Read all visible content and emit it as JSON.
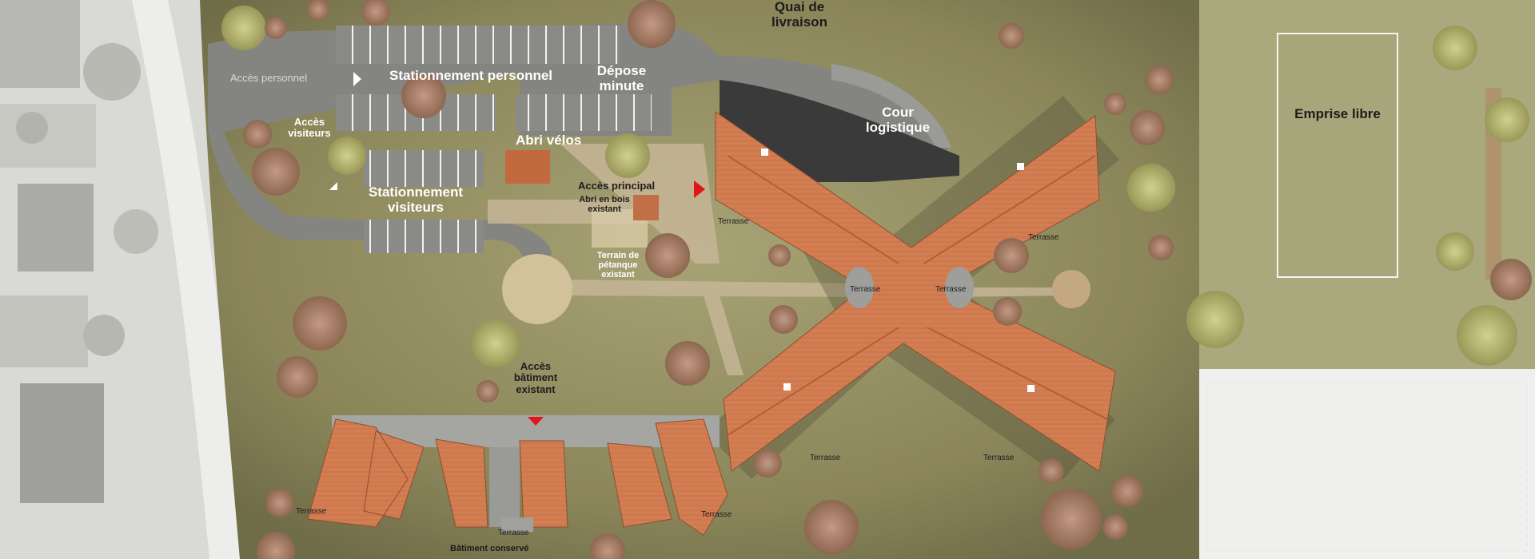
{
  "labels": {
    "quai": "Quai de livraison",
    "acces_personnel": "Accès personnel",
    "stationnement_personnel": "Stationnement personnel",
    "depose_minute": "Dépose minute",
    "cour_logistique": "Cour logistique",
    "acces_visiteurs": "Accès visiteurs",
    "abri_velos": "Abri vélos",
    "acces_principal": "Accès principal",
    "abri_bois": "Abri en bois existant",
    "stationnement_visiteurs": "Stationnement visiteurs",
    "terrain_petanque": "Terrain de pétanque existant",
    "acces_batiment": "Accès bâtiment existant",
    "batiment_conserve": "Bâtiment conservé",
    "emprise_libre": "Emprise libre",
    "terrasse": "Terrasse"
  },
  "colors": {
    "grass": "#8f8a5e",
    "parking": "#7a7a77",
    "roof": "#d37e52",
    "courtyard": "#3a3a3a",
    "arrow": "#e0161b",
    "path": "#c8b89a",
    "field": "#f1f1f1"
  }
}
